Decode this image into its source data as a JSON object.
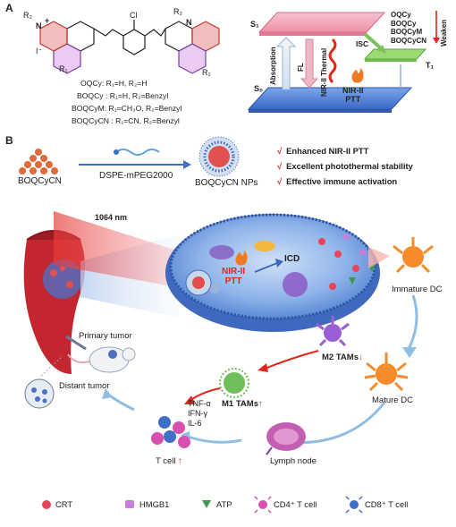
{
  "panel_a": {
    "label": "A",
    "structure_labels": {
      "r2_left": "R₂",
      "r2_right": "R₂",
      "r1_left": "R₁",
      "r1_right": "R₁",
      "cl": "Cl",
      "n_left": "N",
      "n_right": "N",
      "plus": "+",
      "iodide": "I⁻"
    },
    "compounds": [
      "OQCy: R₁=H, R₂=H",
      "BOQCy : R₁=H, R₂=Benzyl",
      "BOQCyM: R₁=CH₃O, R₂=Benzyl",
      "BOQCyCN : R₁=CN, R₂=Benzyl"
    ],
    "jablonski": {
      "s1": "S₁",
      "s0": "S₀",
      "t1": "T₁",
      "absorption": "Absorption",
      "fl": "FL",
      "nir_thermal": "NIR-II Thermal",
      "isc": "ISC",
      "ptt": "NIR-II\nPTT",
      "series": [
        "OQCy",
        "BOQCy",
        "BOQCyM",
        "BOQCyCN"
      ],
      "weaken": "Weaken"
    }
  },
  "panel_b": {
    "label": "B",
    "np_formation": {
      "molecule": "BOQCyCN",
      "polymer": "DSPE-mPEG2000",
      "nanoparticle": "BOQCyCN NPs"
    },
    "highlights": [
      "Enhanced NIR-II PTT",
      "Excellent photothermal stability",
      "Effective immune activation"
    ],
    "check_mark": "√",
    "laser": "1064 nm",
    "cell": {
      "ptt": "NIR-II\nPTT",
      "icd": "ICD"
    },
    "cycle": {
      "immature_dc": "Immature DC",
      "mature_dc": "Mature DC",
      "m2": "M2 TAMs",
      "m1": "M1 TAMs",
      "lymph": "Lymph node",
      "tcell": "T cell",
      "cytokines": [
        "TNF-α",
        "IFN-γ",
        "IL-6"
      ],
      "primary_tumor": "Primary tumor",
      "distant_tumor": "Distant tumor",
      "down_arrow": "↓",
      "up_arrow": "↑"
    },
    "legend": [
      {
        "label": "CRT",
        "icon": "crt-icon",
        "color": "#e8455a"
      },
      {
        "label": "HMGB1",
        "icon": "hmgb1-icon",
        "color": "#c77fd9"
      },
      {
        "label": "ATP",
        "icon": "atp-icon",
        "color": "#3d9a4a"
      },
      {
        "label": "CD4⁺ T cell",
        "icon": "cd4-t-cell-icon",
        "color": "#d94fb0"
      },
      {
        "label": "CD8⁺ T cell",
        "icon": "cd8-t-cell-icon",
        "color": "#3f6fc9"
      }
    ]
  },
  "colors": {
    "accent_red": "#e0261d",
    "s1_pink": "#f4a7b9",
    "s0_blue": "#4f7fd8",
    "t1_green": "#8fd36a",
    "cell_blue": "#6c9be0",
    "arrow_blue": "#7fb3df"
  }
}
